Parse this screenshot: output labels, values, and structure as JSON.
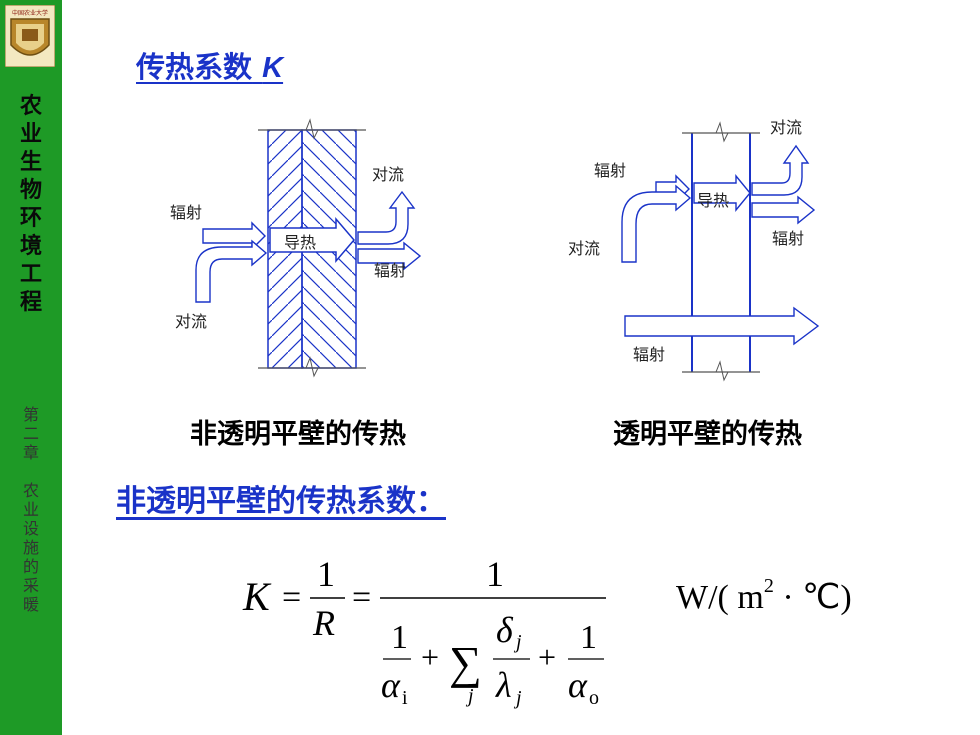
{
  "sidebar": {
    "course_chars": [
      "农",
      "业",
      "生",
      "物",
      "环",
      "境",
      "工",
      "程"
    ],
    "chapter_chars": [
      "第",
      "二",
      "章",
      "",
      "农",
      "业",
      "设",
      "施",
      "的",
      "采",
      "暖"
    ],
    "logo_text": "中国农业大学"
  },
  "title": {
    "main": "传热系数",
    "symbol": "K"
  },
  "diagram_left": {
    "labels": {
      "radiation_in": "辐射",
      "convection_in": "对流",
      "conduction": "导热",
      "convection_out": "对流",
      "radiation_out": "辐射"
    },
    "caption": "非透明平壁的传热"
  },
  "diagram_right": {
    "labels": {
      "radiation_in": "辐射",
      "convection_in": "对流",
      "conduction": "导热",
      "convection_out": "对流",
      "radiation_out": "辐射",
      "radiation_through": "辐射"
    },
    "caption": "透明平壁的传热"
  },
  "subtitle": "非透明平壁的传热系数：",
  "formula": {
    "lhs": "K",
    "eq1": "=",
    "one": "1",
    "R": "R",
    "eq2": "=",
    "num": "1",
    "alpha": "α",
    "sub_i": "i",
    "plus": "+",
    "sum": "∑",
    "sub_j": "j",
    "delta": "δ",
    "lambda": "λ",
    "sub_o": "o",
    "unit_pre": "W/( m",
    "unit_exp": "2",
    "unit_post": " · ℃)"
  }
}
